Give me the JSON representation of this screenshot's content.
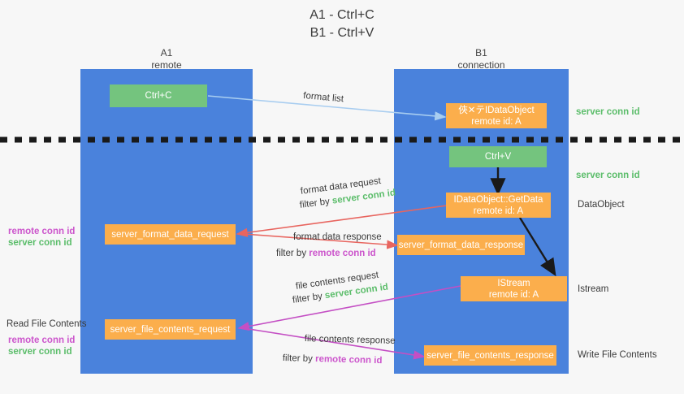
{
  "title": "A1 - Ctrl+C\nB1 - Ctrl+V",
  "colors": {
    "column_blue": "#4a82dc",
    "node_orange": "#fbae4c",
    "node_green": "#74c47e",
    "server_conn_green": "#5bbd6a",
    "remote_conn_magenta": "#cc55cc",
    "arrow_light_blue": "#a8cdf0",
    "arrow_red": "#e8655f",
    "arrow_purple": "#c44fc4",
    "arrow_black": "#1a1a1a",
    "background": "#f7f7f7"
  },
  "columns": [
    {
      "name": "A1",
      "sub": "remote",
      "header": "A1\nremote"
    },
    {
      "name": "B1",
      "sub": "connection",
      "header": "B1\nconnection"
    }
  ],
  "nodes": {
    "ctrl_c": "Ctrl+C",
    "ctrl_v": "Ctrl+V",
    "idataobject": "俠✕テIDataObject\nremote id: A",
    "idataobject_getdata": "IDataObject::GetData\nremote id: A",
    "istream": "IStream\nremote id: A",
    "server_format_data_request": "server_format_data_request",
    "server_format_data_response": "server_format_data_response",
    "server_file_contents_request": "server_file_contents_request",
    "server_file_contents_response": "server_file_contents_response"
  },
  "right_labels": {
    "server_conn_id_top": "server conn id",
    "server_conn_id_mid": "server conn id",
    "dataobject": "DataObject",
    "istream": "Istream",
    "write_file_contents": "Write File Contents"
  },
  "left_labels": {
    "remote_conn_id_1": "remote conn id",
    "server_conn_id_1": "server conn id",
    "read_file_contents": "Read File Contents",
    "remote_conn_id_2": "remote conn id",
    "server_conn_id_2": "server conn id"
  },
  "arrow_labels": {
    "format_list": "format list",
    "format_data_request": "format data request",
    "format_data_filter_prefix": "filter by ",
    "format_data_filter_value": "server conn id",
    "format_data_response": "format data response",
    "format_data_response_filter_prefix": "filter by ",
    "format_data_response_filter_value": "remote conn id",
    "file_contents_request": "file contents request",
    "file_contents_filter_prefix": "filter by ",
    "file_contents_filter_value": "server conn id",
    "file_contents_response": "file contents response",
    "file_contents_response_filter_prefix": "filter by ",
    "file_contents_response_filter_value": "remote conn id"
  }
}
